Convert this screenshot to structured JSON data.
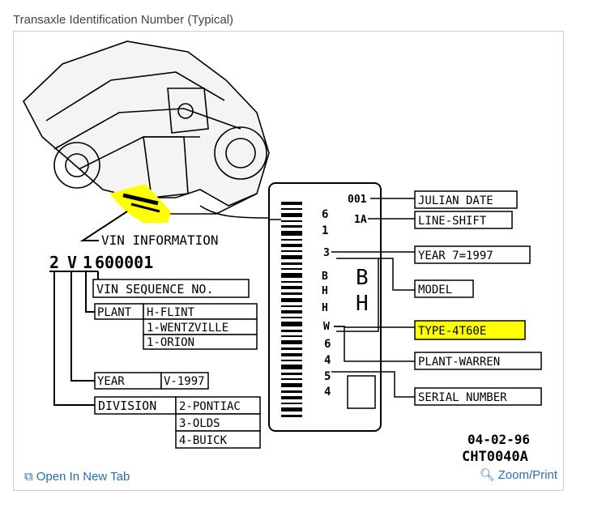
{
  "header": {
    "title": "Transaxle Identification Number (Typical)"
  },
  "diagram": {
    "vin_information": "VIN INFORMATION",
    "vin_code": {
      "d1": "2",
      "d2": "V",
      "d3": "1",
      "serial": "600001"
    },
    "labels": {
      "vin_sequence": "VIN SEQUENCE NO.",
      "plant": "PLANT",
      "plant_flint": "H-FLINT",
      "plant_wentzville": "1-WENTZVILLE",
      "plant_orion": "1-ORION",
      "year": "YEAR",
      "year_value": "V-1997",
      "division": "DIVISION",
      "div_pontiac": "2-PONTIAC",
      "div_olds": "3-OLDS",
      "div_buick": "4-BUICK"
    },
    "tag": {
      "codes": {
        "julian": "001",
        "line": "1A",
        "year": "3",
        "b": "B",
        "h": "H",
        "h2": "H",
        "w": "W"
      },
      "big_b": "B",
      "big_h": "H",
      "side_digits": [
        "6",
        "1",
        "6",
        "4",
        "5",
        "4"
      ],
      "labels": {
        "julian_date": "JULIAN DATE",
        "line_shift": "LINE-SHIFT",
        "year": "YEAR 7=1997",
        "model": "MODEL",
        "type": "TYPE-4T60E",
        "plant": "PLANT-WARREN",
        "serial": "SERIAL NUMBER"
      }
    },
    "ref_date": "04-02-96",
    "ref_code": "CHT0040A",
    "highlight_color": "#ffff00"
  },
  "footer": {
    "open_tab": "Open In New Tab",
    "zoom": "Zoom/Print"
  }
}
